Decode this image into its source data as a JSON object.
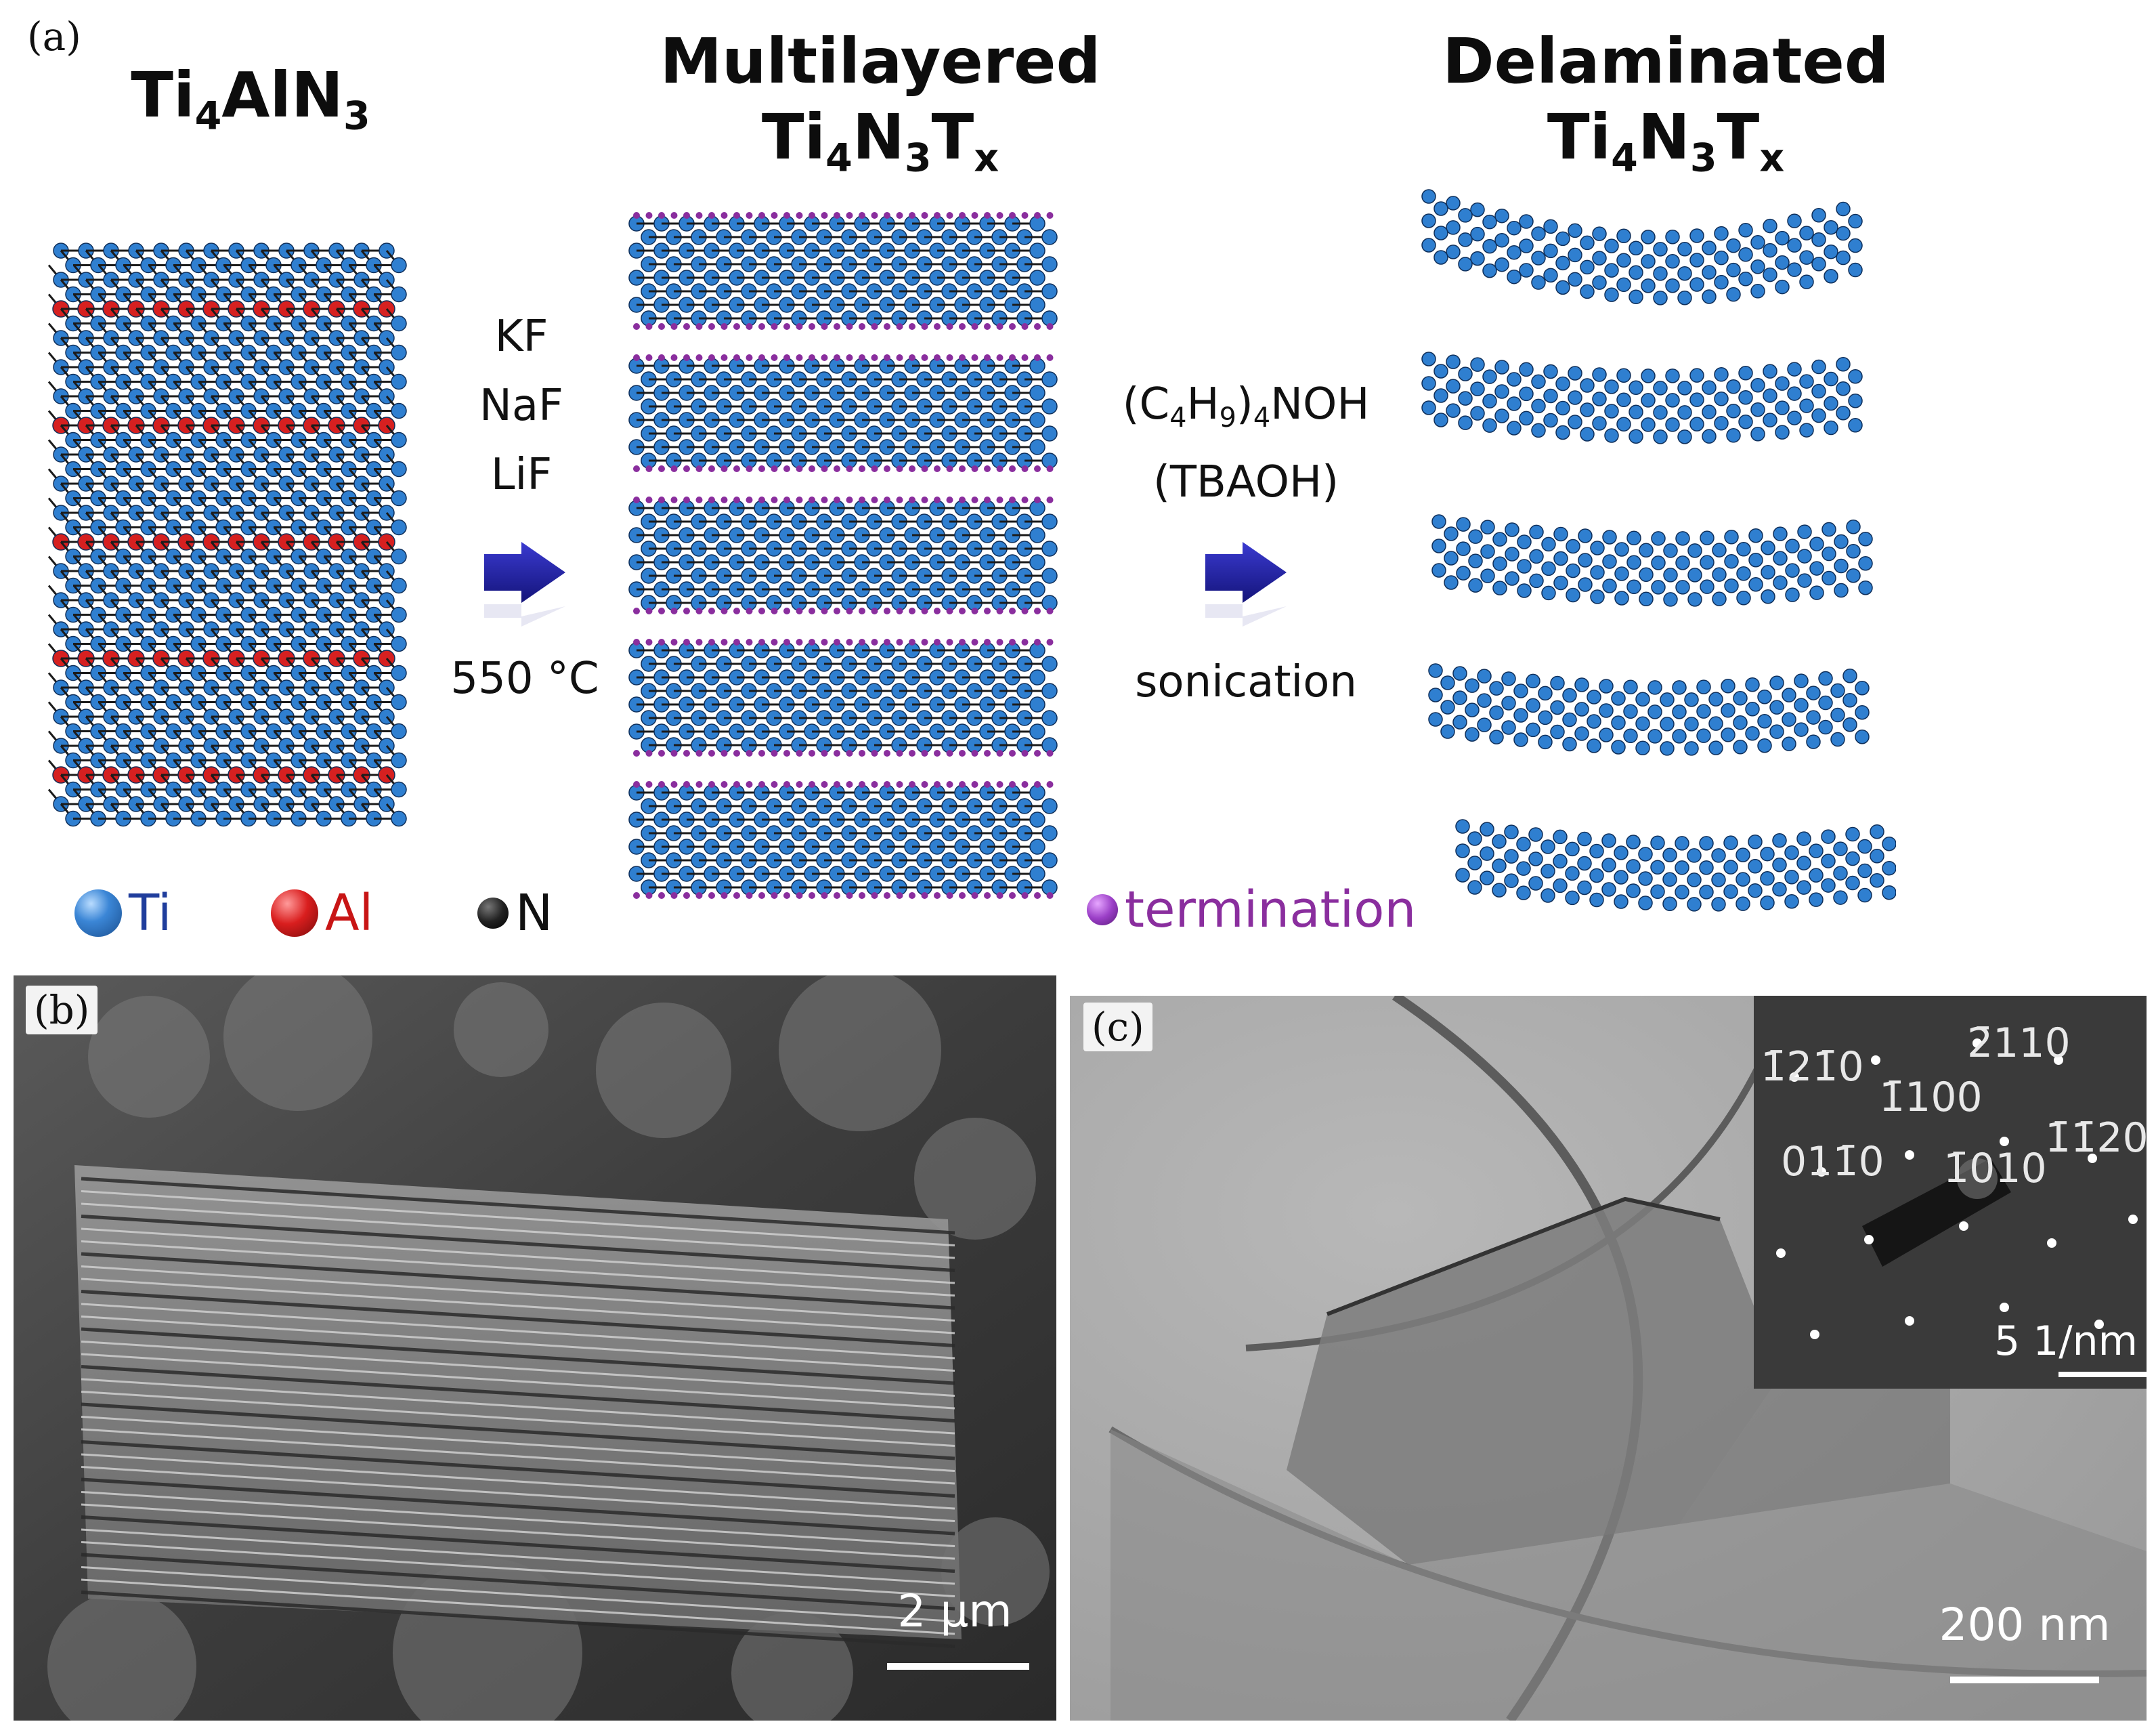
{
  "panel_a": {
    "label": "(a)",
    "col1_title_main": "Ti",
    "col1_title_sub1": "4",
    "col1_title_mid": "AlN",
    "col1_title_sub2": "3",
    "col2_title_line1": "Multilayered",
    "col2_title_ti": "Ti",
    "col2_title_sub1": "4",
    "col2_title_n": "N",
    "col2_title_sub2": "3",
    "col2_title_t": "T",
    "col2_title_subx": "x",
    "col3_title_line1": "Delaminated",
    "col3_title_ti": "Ti",
    "col3_title_sub1": "4",
    "col3_title_n": "N",
    "col3_title_sub2": "3",
    "col3_title_t": "T",
    "col3_title_subx": "x",
    "step1_reagent1": "KF",
    "step1_reagent2": "NaF",
    "step1_reagent3": "LiF",
    "step1_temp": "550 °C",
    "step2_formula_open": "(C",
    "step2_formula_sub1": "4",
    "step2_formula_h": "H",
    "step2_formula_sub2": "9",
    "step2_formula_close": ")",
    "step2_formula_sub3": "4",
    "step2_formula_end": "NOH",
    "step2_abbrev": "(TBAOH)",
    "step2_process": "sonication",
    "legend_ti": "Ti",
    "legend_al": "Al",
    "legend_n": "N",
    "legend_termination": "termination"
  },
  "panel_b": {
    "label": "(b)",
    "scale": "2 μm"
  },
  "panel_c": {
    "label": "(c)",
    "scale": "200 nm",
    "saed_scale": "5 1/nm",
    "saed_indices": [
      "1̄21̄0",
      "2̄110",
      "1̄100",
      "011̄0",
      "1̄010",
      "1̄1̄20"
    ]
  },
  "colors": {
    "ti": "#2f7fd0",
    "al": "#d62020",
    "n": "#151515",
    "termination": "#8a2e9e",
    "arrow": "#23239b"
  }
}
